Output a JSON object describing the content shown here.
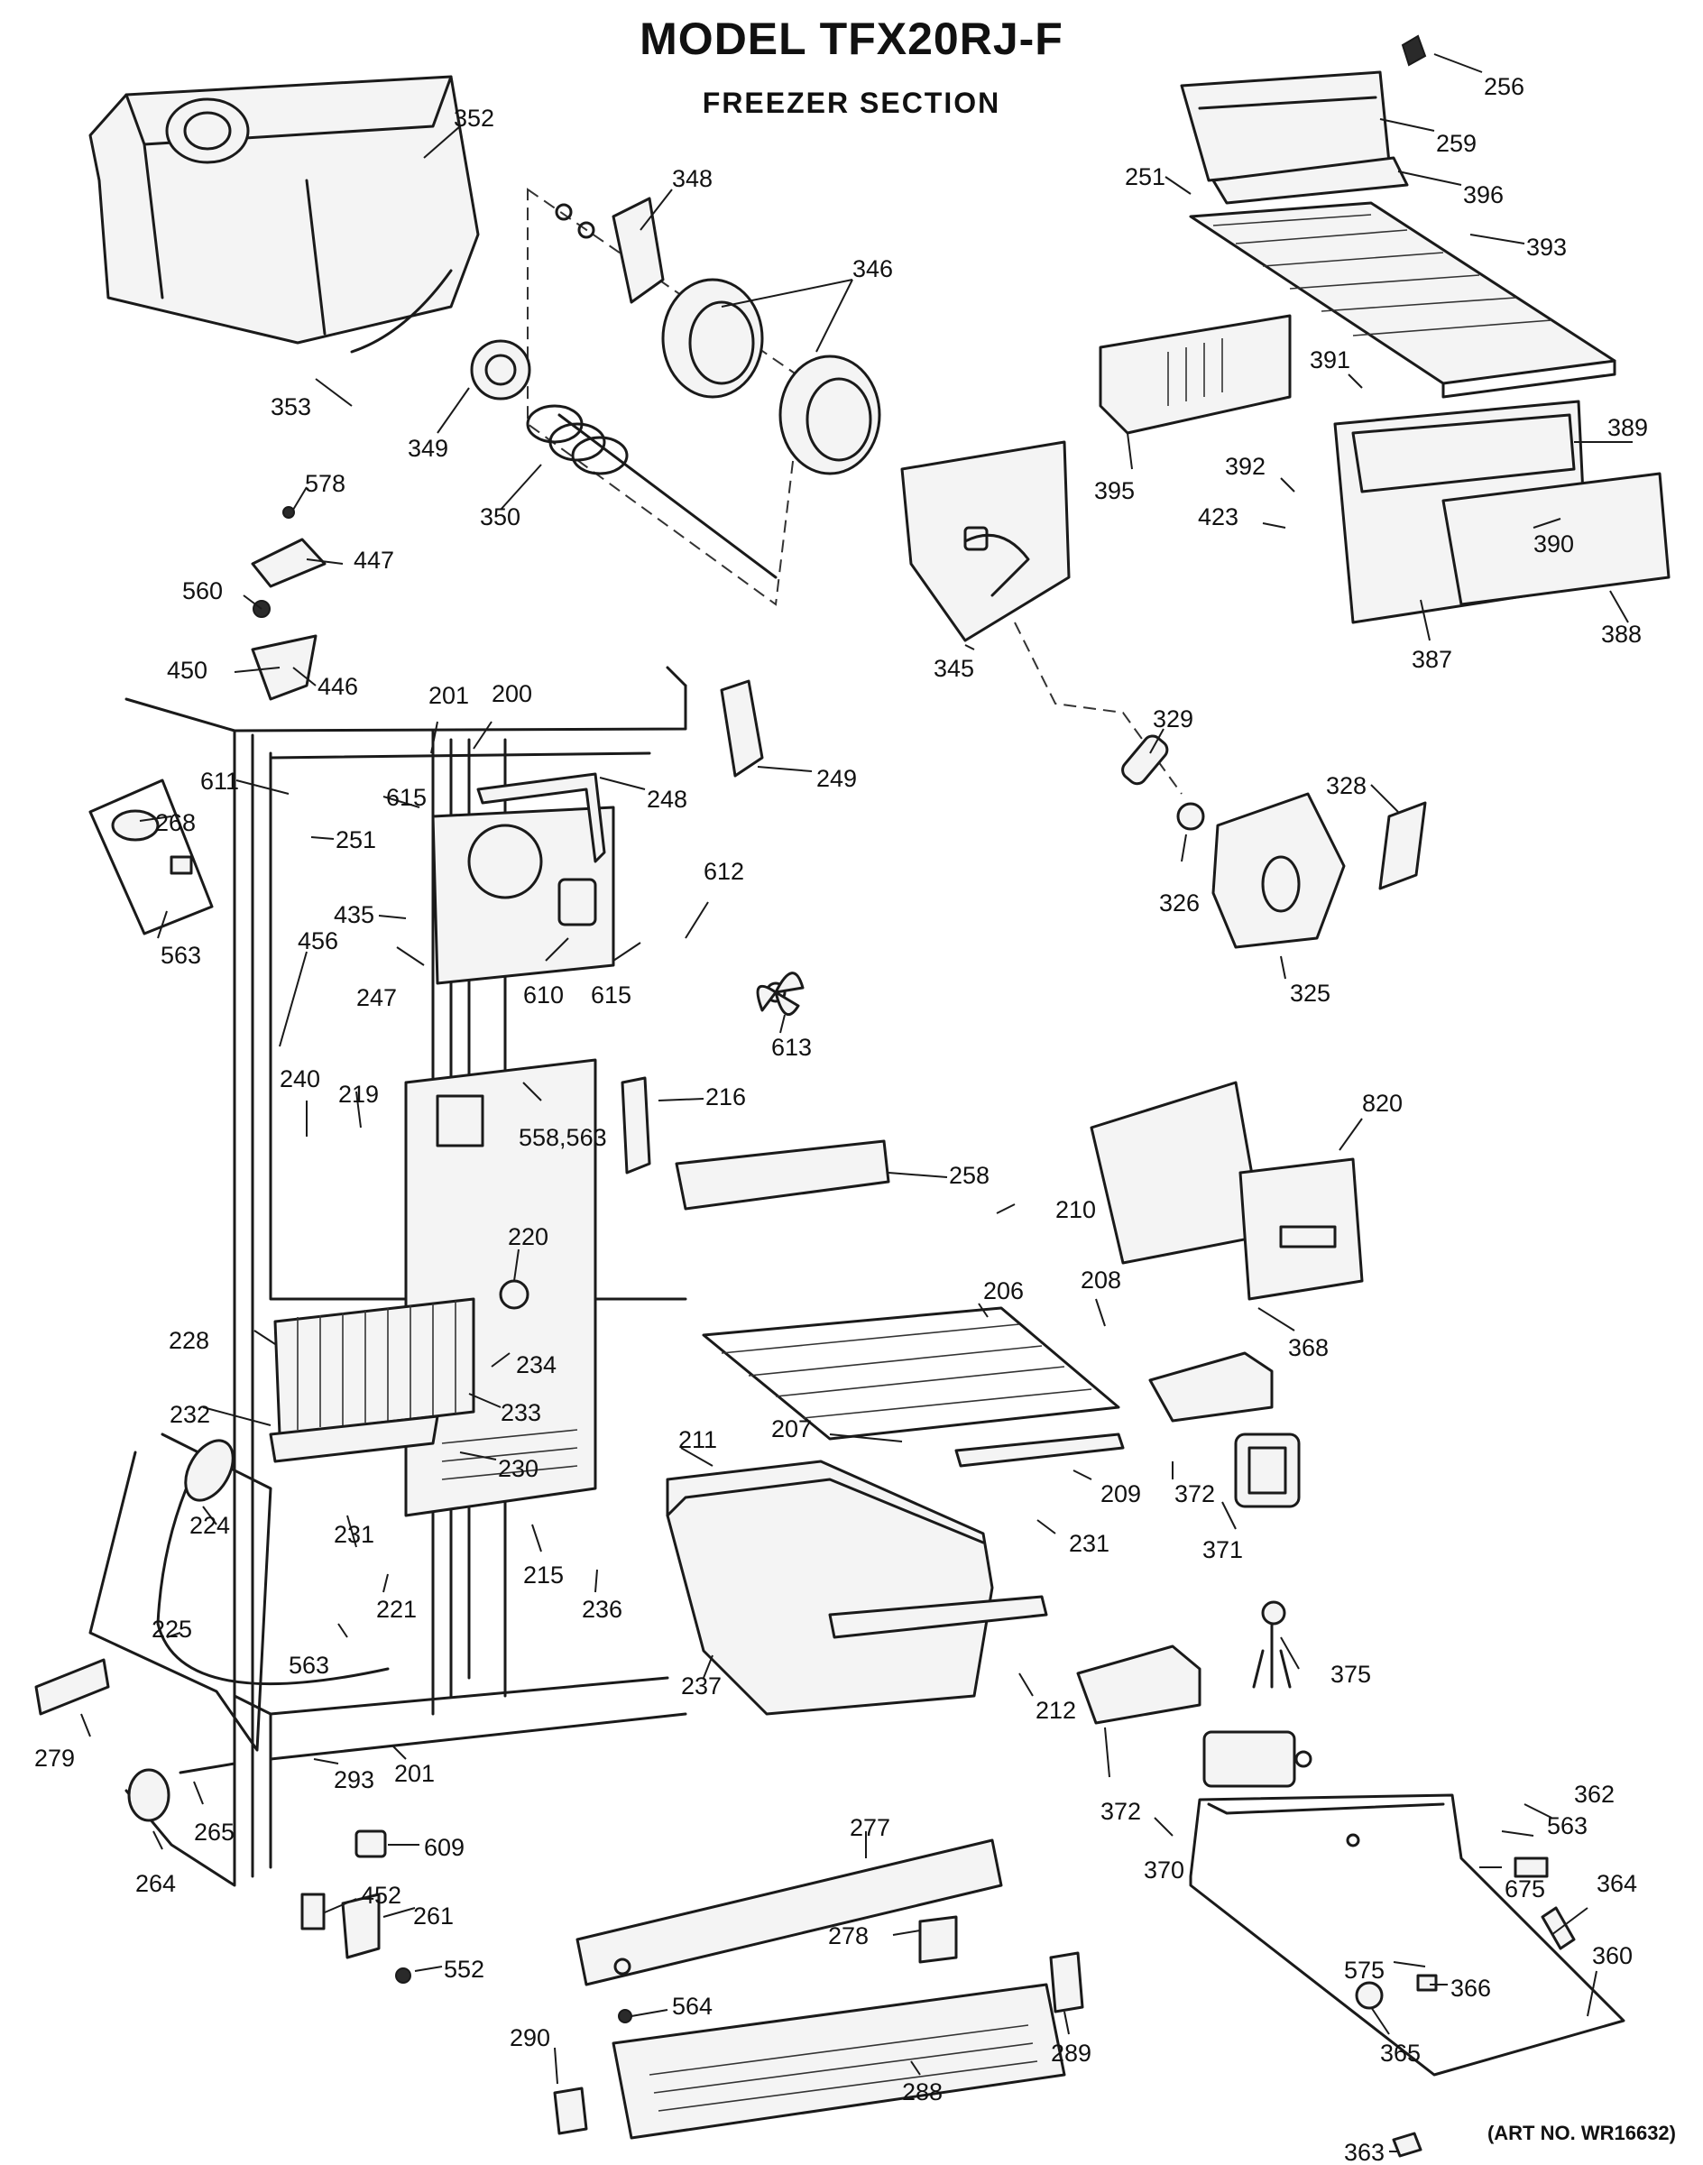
{
  "header": {
    "title": "MODEL TFX20RJ-F",
    "subtitle": "FREEZER SECTION"
  },
  "footer": {
    "art_number": "(ART NO. WR16632)"
  },
  "callouts": [
    {
      "id": "c256",
      "text": "256"
    },
    {
      "id": "c259",
      "text": "259"
    },
    {
      "id": "c251a",
      "text": "251"
    },
    {
      "id": "c396",
      "text": "396"
    },
    {
      "id": "c393",
      "text": "393"
    },
    {
      "id": "c391",
      "text": "391"
    },
    {
      "id": "c389",
      "text": "389"
    },
    {
      "id": "c395",
      "text": "395"
    },
    {
      "id": "c392",
      "text": "392"
    },
    {
      "id": "c423",
      "text": "423"
    },
    {
      "id": "c390",
      "text": "390"
    },
    {
      "id": "c388",
      "text": "388"
    },
    {
      "id": "c387",
      "text": "387"
    },
    {
      "id": "c352",
      "text": "352"
    },
    {
      "id": "c348",
      "text": "348"
    },
    {
      "id": "c346",
      "text": "346"
    },
    {
      "id": "c353",
      "text": "353"
    },
    {
      "id": "c349",
      "text": "349"
    },
    {
      "id": "c350",
      "text": "350"
    },
    {
      "id": "c345",
      "text": "345"
    },
    {
      "id": "c578",
      "text": "578"
    },
    {
      "id": "c447",
      "text": "447"
    },
    {
      "id": "c560",
      "text": "560"
    },
    {
      "id": "c450",
      "text": "450"
    },
    {
      "id": "c446",
      "text": "446"
    },
    {
      "id": "c201a",
      "text": "201"
    },
    {
      "id": "c200",
      "text": "200"
    },
    {
      "id": "c249",
      "text": "249"
    },
    {
      "id": "c611",
      "text": "611"
    },
    {
      "id": "c615a",
      "text": "615"
    },
    {
      "id": "c248",
      "text": "248"
    },
    {
      "id": "c268",
      "text": "268"
    },
    {
      "id": "c251b",
      "text": "251"
    },
    {
      "id": "c563a",
      "text": "563"
    },
    {
      "id": "c435",
      "text": "435"
    },
    {
      "id": "c456",
      "text": "456"
    },
    {
      "id": "c247",
      "text": "247"
    },
    {
      "id": "c610",
      "text": "610"
    },
    {
      "id": "c615b",
      "text": "615"
    },
    {
      "id": "c612",
      "text": "612"
    },
    {
      "id": "c613",
      "text": "613"
    },
    {
      "id": "c329",
      "text": "329"
    },
    {
      "id": "c328",
      "text": "328"
    },
    {
      "id": "c326",
      "text": "326"
    },
    {
      "id": "c325",
      "text": "325"
    },
    {
      "id": "c240",
      "text": "240"
    },
    {
      "id": "c219",
      "text": "219"
    },
    {
      "id": "c558",
      "text": "558,563"
    },
    {
      "id": "c216",
      "text": "216"
    },
    {
      "id": "c258",
      "text": "258"
    },
    {
      "id": "c820",
      "text": "820"
    },
    {
      "id": "c220",
      "text": "220"
    },
    {
      "id": "c210",
      "text": "210"
    },
    {
      "id": "c206",
      "text": "206"
    },
    {
      "id": "c208",
      "text": "208"
    },
    {
      "id": "c368",
      "text": "368"
    },
    {
      "id": "c228",
      "text": "228"
    },
    {
      "id": "c234",
      "text": "234"
    },
    {
      "id": "c233",
      "text": "233"
    },
    {
      "id": "c232",
      "text": "232"
    },
    {
      "id": "c230",
      "text": "230"
    },
    {
      "id": "c211",
      "text": "211"
    },
    {
      "id": "c207",
      "text": "207"
    },
    {
      "id": "c209",
      "text": "209"
    },
    {
      "id": "c372a",
      "text": "372"
    },
    {
      "id": "c224",
      "text": "224"
    },
    {
      "id": "c231a",
      "text": "231"
    },
    {
      "id": "c215",
      "text": "215"
    },
    {
      "id": "c231b",
      "text": "231"
    },
    {
      "id": "c371",
      "text": "371"
    },
    {
      "id": "c221",
      "text": "221"
    },
    {
      "id": "c236",
      "text": "236"
    },
    {
      "id": "c225",
      "text": "225"
    },
    {
      "id": "c563b",
      "text": "563"
    },
    {
      "id": "c237",
      "text": "237"
    },
    {
      "id": "c212",
      "text": "212"
    },
    {
      "id": "c375",
      "text": "375"
    },
    {
      "id": "c279",
      "text": "279"
    },
    {
      "id": "c293",
      "text": "293"
    },
    {
      "id": "c201b",
      "text": "201"
    },
    {
      "id": "c265",
      "text": "265"
    },
    {
      "id": "c372b",
      "text": "372"
    },
    {
      "id": "c277",
      "text": "277"
    },
    {
      "id": "c362",
      "text": "362"
    },
    {
      "id": "c563c",
      "text": "563"
    },
    {
      "id": "c264",
      "text": "264"
    },
    {
      "id": "c609",
      "text": "609"
    },
    {
      "id": "c370",
      "text": "370"
    },
    {
      "id": "c675",
      "text": "675"
    },
    {
      "id": "c364",
      "text": "364"
    },
    {
      "id": "c452",
      "text": "452"
    },
    {
      "id": "c261",
      "text": "261"
    },
    {
      "id": "c278",
      "text": "278"
    },
    {
      "id": "c552",
      "text": "552"
    },
    {
      "id": "c575",
      "text": "575"
    },
    {
      "id": "c360",
      "text": "360"
    },
    {
      "id": "c366",
      "text": "366"
    },
    {
      "id": "c564",
      "text": "564"
    },
    {
      "id": "c290",
      "text": "290"
    },
    {
      "id": "c289",
      "text": "289"
    },
    {
      "id": "c365",
      "text": "365"
    },
    {
      "id": "c288",
      "text": "288"
    },
    {
      "id": "c363",
      "text": "363"
    }
  ]
}
